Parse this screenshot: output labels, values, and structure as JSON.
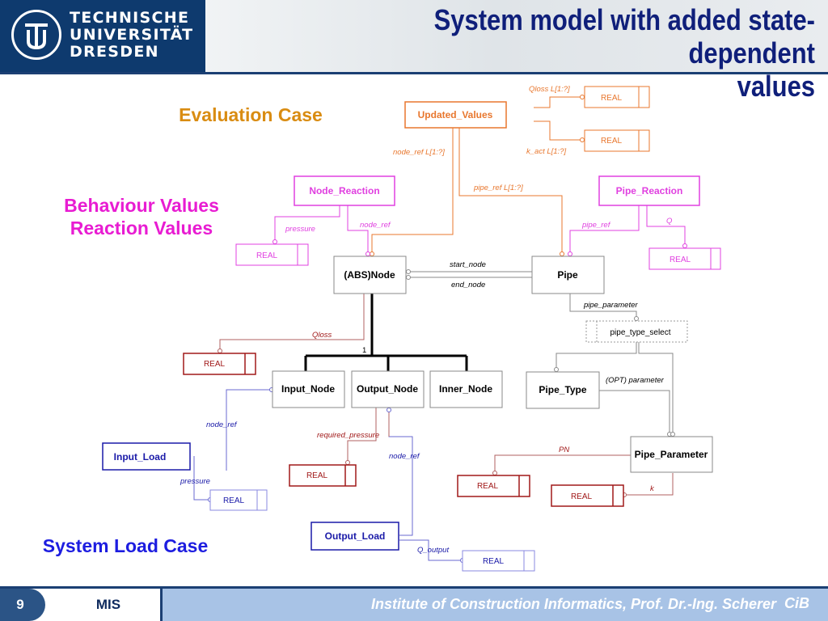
{
  "header": {
    "logo_lines": [
      "TECHNISCHE",
      "UNIVERSITÄT",
      "DRESDEN"
    ],
    "title_line1": "System model with added state-dependent",
    "title_line2": "values"
  },
  "sections": {
    "evaluation_case": "Evaluation Case",
    "behaviour_values": "Behaviour Values",
    "reaction_values": "Reaction Values",
    "system_load_case": "System Load Case"
  },
  "colors": {
    "orange": "#e8772e",
    "magenta": "#e040e0",
    "darkred": "#a01818",
    "blue": "#1a1aa8",
    "gray": "#9a9a9a",
    "eval_label": "#d98c12",
    "behaviour_label": "#e81cd2",
    "load_label": "#1d1de0"
  },
  "entities": {
    "updated_values": "Updated_Values",
    "node_reaction": "Node_Reaction",
    "pipe_reaction": "Pipe_Reaction",
    "abs_node": "(ABS)Node",
    "pipe": "Pipe",
    "input_node": "Input_Node",
    "output_node": "Output_Node",
    "inner_node": "Inner_Node",
    "pipe_type": "Pipe_Type",
    "pipe_parameter": "Pipe_Parameter",
    "input_load": "Input_Load",
    "output_load": "Output_Load",
    "pipe_type_select": "pipe_type_select",
    "real": "REAL"
  },
  "relations": {
    "qloss_list": "Qloss L[1:?]",
    "k_act_list": "k_act L[1:?]",
    "node_ref_list": "node_ref L[1:?]",
    "pipe_ref_list": "pipe_ref L[1:?]",
    "pressure": "pressure",
    "node_ref": "node_ref",
    "pipe_ref": "pipe_ref",
    "q": "Q",
    "start_node": "start_node",
    "end_node": "end_node",
    "pipe_parameter": "pipe_parameter",
    "qloss": "Qloss",
    "one": "1",
    "opt_parameter": "(OPT) parameter",
    "required_pressure": "required_pressure",
    "pn": "PN",
    "k": "k",
    "q_output": "Q_output"
  },
  "footer": {
    "page_number": "9",
    "course": "MIS",
    "institute": "Institute of Construction Informatics, Prof. Dr.-Ing. Scherer",
    "logo_text": "CiB"
  }
}
